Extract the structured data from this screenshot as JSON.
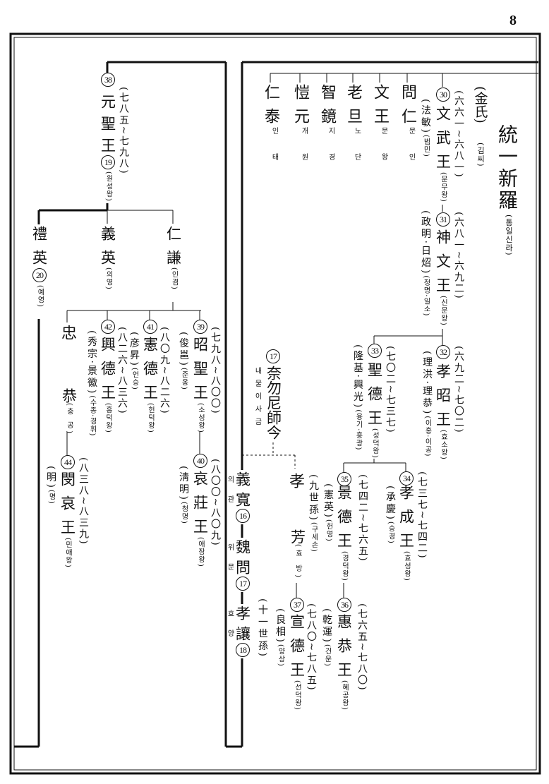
{
  "page_number": "8",
  "title": {
    "hanja": "統一新羅",
    "hangul": "(통일신라)"
  },
  "clan": {
    "hanja": "(金氏)",
    "hangul": "(김씨)"
  },
  "top_row": [
    {
      "name": "仁泰",
      "reading": "인 태"
    },
    {
      "name": "愷元",
      "reading": "개 원"
    },
    {
      "name": "智鏡",
      "reading": "지 경"
    },
    {
      "name": "老旦",
      "reading": "노 단"
    },
    {
      "name": "文王",
      "reading": "문 왕"
    },
    {
      "name": "問仁",
      "reading": "문 인"
    }
  ],
  "kings": {
    "k30": {
      "num": "30",
      "name": "文武王",
      "reading": "(문무왕)",
      "dates": "(六六一~六八一)",
      "alias": "(法敏)",
      "alias_reading": "(법민)"
    },
    "k31": {
      "num": "31",
      "name": "神文王",
      "reading": "(신문왕)",
      "dates": "(六八一~六九二)",
      "alias": "(政明·日炤)",
      "alias_reading": "(정명·일소)"
    },
    "k32": {
      "num": "32",
      "name": "孝昭王",
      "reading": "(효소왕)",
      "dates": "(六九二~七〇二)",
      "alias": "(理洪·理恭)",
      "alias_reading": "(이홍·이공)"
    },
    "k33": {
      "num": "33",
      "name": "聖德王",
      "reading": "(성덕왕)",
      "dates": "(七〇二~七三七)",
      "alias": "(隆基·興光)",
      "alias_reading": "(융기·흥광)"
    },
    "k34": {
      "num": "34",
      "name": "孝成王",
      "reading": "(효성왕)",
      "dates": "(七三七~七四二)",
      "alias": "(承慶)",
      "alias_reading": "(승경)"
    },
    "k35": {
      "num": "35",
      "name": "景德王",
      "reading": "(경덕왕)",
      "dates": "(七四二~七六五)",
      "alias": "(憲英)",
      "alias_reading": "(헌영)"
    },
    "k36": {
      "num": "36",
      "name": "惠恭王",
      "reading": "(혜공왕)",
      "dates": "(七六五~七八〇)",
      "alias": "(乾運)",
      "alias_reading": "(건운)"
    },
    "k37": {
      "num": "37",
      "name": "宣德王",
      "reading": "(선덕왕)",
      "dates": "(七八〇~七八五)",
      "alias": "(良相)",
      "alias_reading": "(양상)"
    },
    "k38": {
      "num": "38",
      "name": "元聖王",
      "num2": "19",
      "reading": "(원성왕)",
      "dates": "(七八五~七九八)"
    },
    "k39": {
      "num": "39",
      "name": "昭聖王",
      "reading": "(소성왕)",
      "dates": "(七九八~八〇〇)",
      "alias": "(俊邕)",
      "alias_reading": "(준옹)"
    },
    "k40": {
      "num": "40",
      "name": "哀莊王",
      "reading": "(애장왕)",
      "dates": "(八〇〇~八〇九)",
      "alias": "(淸明)",
      "alias_reading": "(청명)"
    },
    "k41": {
      "num": "41",
      "name": "憲德王",
      "reading": "(헌덕왕)",
      "dates": "(八〇九~八二六)",
      "alias": "(彦昇)",
      "alias_reading": "(언승)"
    },
    "k42": {
      "num": "42",
      "name": "興德王",
      "reading": "(흥덕왕)",
      "dates": "(八二六~八三六)",
      "alias": "(秀宗·景徽)",
      "alias_reading": "(수종·경휘)"
    },
    "k44": {
      "num": "44",
      "name": "閔哀王",
      "reading": "(민애왕)",
      "dates": "(八三八~八三九)",
      "alias": "(明)",
      "alias_reading": "(명)"
    }
  },
  "naemul": {
    "num": "17",
    "name": "奈勿尼師今",
    "reading": "내물이사금"
  },
  "hyobang": {
    "name1": "孝",
    "name2": "芳",
    "reading": "(효 방)",
    "note": "(九世孫)",
    "note_reading": "(구세손)"
  },
  "main_line": {
    "uigwan": {
      "name": "義寬",
      "reading1": "의",
      "reading2": "관",
      "num": "16"
    },
    "wimun": {
      "name": "魏問",
      "reading1": "위",
      "reading2": "문",
      "num": "17"
    },
    "hyoyang": {
      "name": "孝讓",
      "reading1": "효",
      "reading2": "양",
      "num": "18",
      "note": "(十一世孫)"
    }
  },
  "sons_of_38": {
    "yeyeong": {
      "name": "禮英",
      "num": "20",
      "reading": "(예영)"
    },
    "uiyeong": {
      "name": "義英",
      "reading": "(의영)"
    },
    "ingyeom": {
      "name": "仁謙",
      "reading": "(인겸)"
    }
  },
  "chunggong": {
    "name1": "忠",
    "name2": "恭",
    "reading": "(충 공)"
  }
}
